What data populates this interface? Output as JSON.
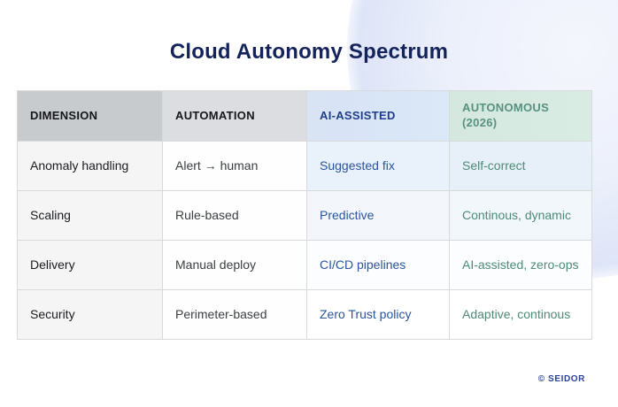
{
  "page": {
    "title": "Cloud Autonomy Spectrum",
    "footer": "© SEIDOR"
  },
  "colors": {
    "title_navy": "#14235a",
    "accent_blue": "#2a549b",
    "accent_teal": "#4e8a77",
    "header_gray": "#c8cbce",
    "header_light_gray": "#dbdde0",
    "header_light_blue": "#d8e3f4",
    "header_mint": "#d5e8df",
    "footer_blue": "#2a4397",
    "blob_lavender": "#dde4f7"
  },
  "table": {
    "headers": [
      {
        "label": "DIMENSION"
      },
      {
        "label": "AUTOMATION"
      },
      {
        "label": "AI-ASSISTED"
      },
      {
        "label": "AUTONOMOUS (2026)"
      }
    ],
    "rows": [
      {
        "cells": [
          "Anomaly handling",
          "Alert → human",
          "Suggested fix",
          "Self-correct"
        ]
      },
      {
        "cells": [
          "Scaling",
          "Rule-based",
          "Predictive",
          "Continous, dynamic"
        ]
      },
      {
        "cells": [
          "Delivery",
          "Manual deploy",
          "CI/CD pipelines",
          "AI-assisted, zero-ops"
        ]
      },
      {
        "cells": [
          "Security",
          "Perimeter-based",
          "Zero Trust policy",
          "Adaptive, continous"
        ]
      }
    ]
  }
}
